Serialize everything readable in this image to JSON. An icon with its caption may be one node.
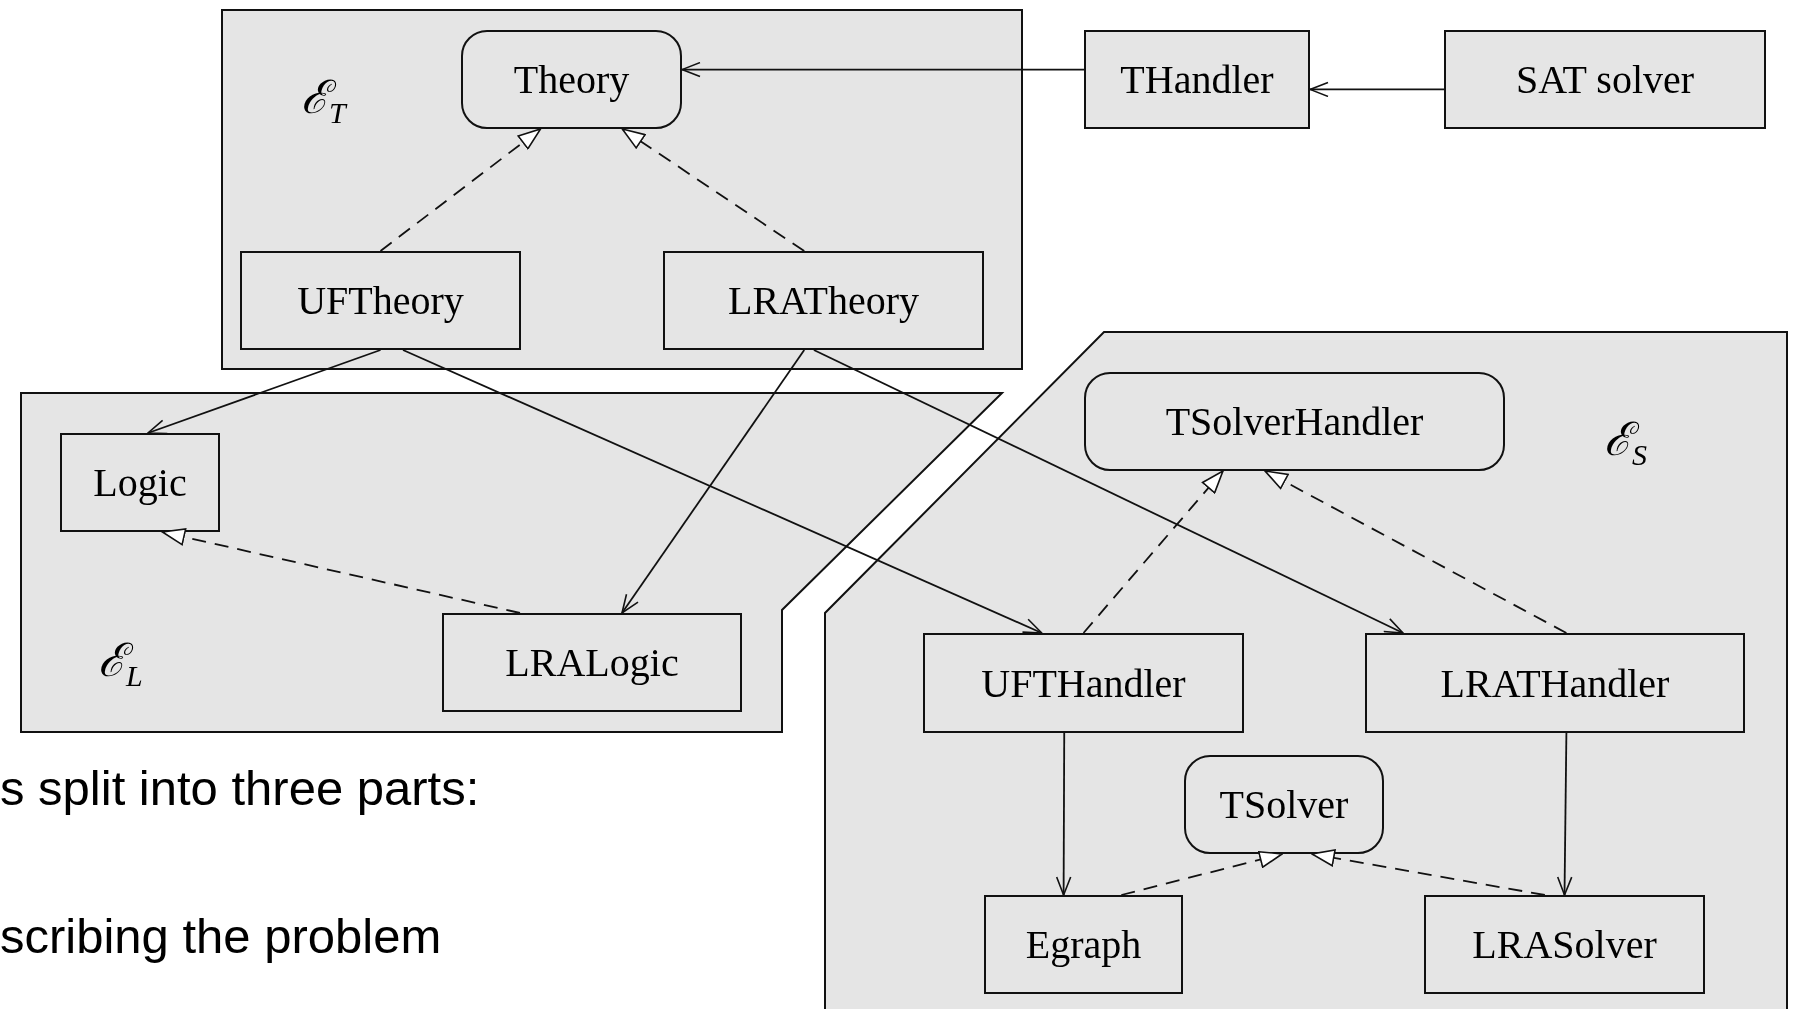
{
  "diagram": {
    "nodes": [
      {
        "text": [
          "ℰ$_{T}$"
        ]
      },
      {
        "text": [
          "Theory"
        ],
        "in": 0
      },
      {
        "text": [
          "UFTheory"
        ],
        "in": 0
      },
      {
        "text": [
          "LRATheory"
        ],
        "in": 0
      },
      {
        "text": [
          "THandler"
        ]
      },
      {
        "text": [
          "SAT solver"
        ]
      },
      {
        "text": [
          "ℰ$_{L}$"
        ]
      },
      {
        "text": [
          "Logic"
        ],
        "in": 6
      },
      {
        "text": [
          "LRALogic"
        ],
        "in": 6
      },
      {
        "text": [
          "ℰ$_{S}$"
        ]
      },
      {
        "text": [
          "TSolverHandler"
        ],
        "in": 9
      },
      {
        "text": [
          "UFTHandler"
        ],
        "in": 9
      },
      {
        "text": [
          "LRATHandler"
        ],
        "in": 9
      },
      {
        "text": [
          "TSolver"
        ],
        "in": 9
      },
      {
        "text": [
          "Egraph"
        ],
        "in": 9
      },
      {
        "text": [
          "LRASolver"
        ],
        "in": 9
      }
    ],
    "edges": [
      {
        "from": 4,
        "to": 1,
        "arrow": "to"
      },
      {
        "from": 5,
        "to": 4,
        "arrow": "to"
      },
      {
        "from": 2,
        "to": 1,
        "arrow": "to",
        "style": "dashed"
      },
      {
        "from": 3,
        "to": 1,
        "arrow": "to",
        "style": "dashed"
      },
      {
        "from": 2,
        "to": 7,
        "arrow": "to"
      },
      {
        "from": 2,
        "to": 11,
        "arrow": "to"
      },
      {
        "from": 3,
        "to": 8,
        "arrow": "to"
      },
      {
        "from": 3,
        "to": 12,
        "arrow": "to"
      },
      {
        "from": 8,
        "to": 7,
        "arrow": "to",
        "style": "dashed"
      },
      {
        "from": 11,
        "to": 10,
        "arrow": "to",
        "style": "dashed"
      },
      {
        "from": 12,
        "to": 10,
        "arrow": "to",
        "style": "dashed"
      },
      {
        "from": 11,
        "to": 14,
        "arrow": "to"
      },
      {
        "from": 12,
        "to": 15,
        "arrow": "to"
      },
      {
        "from": 14,
        "to": 13,
        "arrow": "to",
        "style": "dashed"
      },
      {
        "from": 15,
        "to": 13,
        "arrow": "to",
        "style": "dashed"
      }
    ],
    "labels": [
      "s split into three parts:",
      "scribing the problem"
    ]
  }
}
